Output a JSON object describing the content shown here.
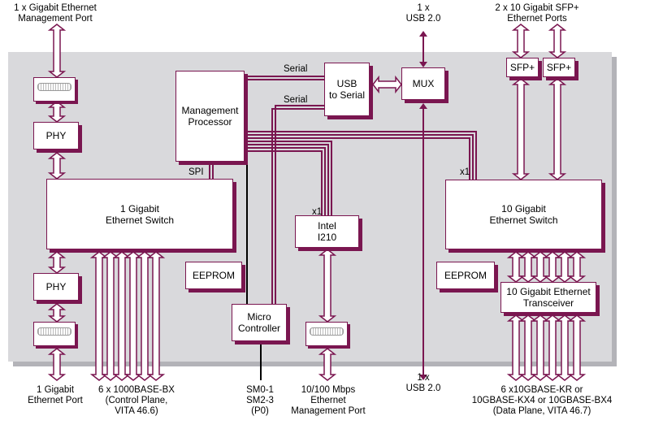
{
  "labels": {
    "mgmt_port_top": "1 x Gigabit Ethernet\nManagement Port",
    "usb_top": "1 x\nUSB 2.0",
    "sfp_top": "2 x 10 Gigabit SFP+\nEthernet Ports",
    "serial_1": "Serial",
    "serial_2": "Serial",
    "spi": "SPI",
    "x1_intel": "x1",
    "x1_switch": "x1",
    "gig_port": "1 Gigabit\nEthernet Port",
    "base_bx": "6 x 1000BASE-BX\n(Control Plane,\nVITA 46.6)",
    "sm": "SM0-1\nSM2-3\n(P0)",
    "mgmt_port_bottom": "10/100 Mbps\nEthernet\nManagement Port",
    "usb_bottom": "1 x\nUSB 2.0",
    "tengbase": "6 x10GBASE-KR or\n10GBASE-KX4 or 10GBASE-BX4\n(Data Plane, VITA 46.7)"
  },
  "boxes": {
    "phy_top": "PHY",
    "phy_bottom": "PHY",
    "mgmt_processor": "Management\nProcessor",
    "usb_serial": "USB\nto Serial",
    "mux": "MUX",
    "sfp1": "SFP+",
    "sfp2": "SFP+",
    "gig_switch": "1 Gigabit\nEthernet Switch",
    "eeprom_left": "EEPROM",
    "intel": "Intel\nI210",
    "micro": "Micro\nController",
    "ten_switch": "10 Gigabit\nEthernet Switch",
    "eeprom_right": "EEPROM",
    "transceiver": "10 Gigabit Ethernet\nTransceiver"
  },
  "colors": {
    "accent": "#7a1650",
    "board": "#d9d9dc",
    "board_shadow": "#b3b3b8"
  }
}
